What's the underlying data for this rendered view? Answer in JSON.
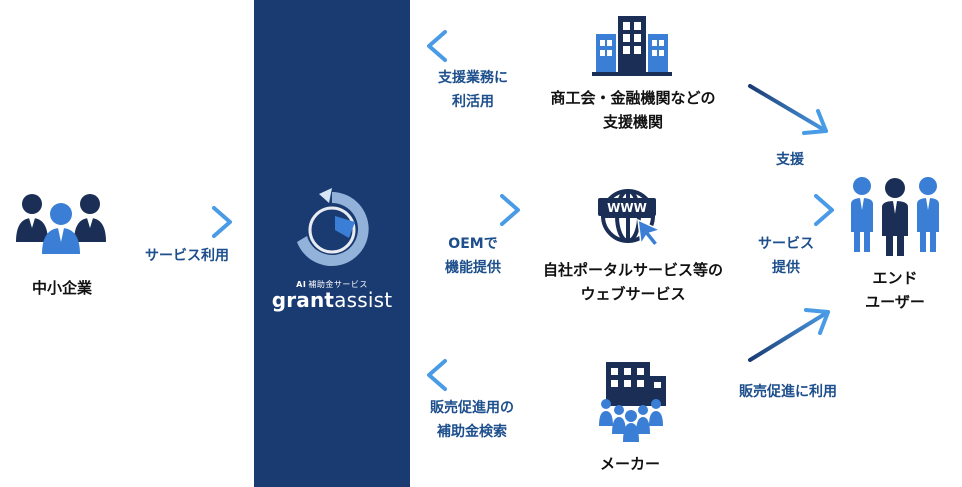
{
  "nodes": {
    "sme": "中小企業",
    "chamber_line1": "商工会・金融機関などの",
    "chamber_line2": "支援機関",
    "portal_line1": "自社ポータルサービス等の",
    "portal_line2": "ウェブサービス",
    "maker": "メーカー",
    "enduser_line1": "エンド",
    "enduser_line2": "ユーザー"
  },
  "brand": {
    "sub_ai": "AI",
    "sub_text": "補助金サービス",
    "name_bold": "grant",
    "name_light": "assist"
  },
  "edges": {
    "sme_use": "サービス利用",
    "support_use_line1": "支援業務に",
    "support_use_line2": "利活用",
    "oem_line1": "OEMで",
    "oem_line2": "機能提供",
    "sales_line1": "販売促進用の",
    "sales_line2": "補助金検索",
    "support": "支援",
    "service_line1": "サービス",
    "service_line2": "提供",
    "sales_use": "販売促進に利用"
  },
  "colors": {
    "panel": "#1a3b72",
    "arrow_dark": "#1a3b72",
    "arrow_light": "#4a9be6",
    "icon_blue": "#3a7fd5",
    "icon_navy": "#1b2e55"
  }
}
